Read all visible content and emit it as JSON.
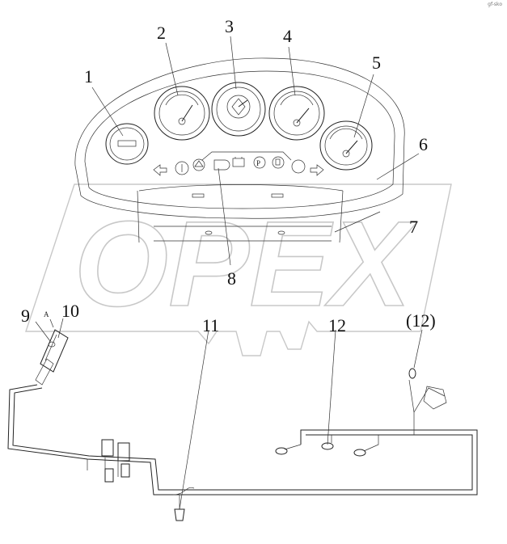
{
  "watermark": {
    "brand_text": "OPEX"
  },
  "corner_mark": "gf-sko",
  "callouts": [
    {
      "id": "1",
      "text": "1"
    },
    {
      "id": "2",
      "text": "2"
    },
    {
      "id": "3",
      "text": "3"
    },
    {
      "id": "4",
      "text": "4"
    },
    {
      "id": "5",
      "text": "5"
    },
    {
      "id": "6",
      "text": "6"
    },
    {
      "id": "7",
      "text": "7"
    },
    {
      "id": "8",
      "text": "8"
    },
    {
      "id": "9",
      "text": "9"
    },
    {
      "id": "10",
      "text": "10"
    },
    {
      "id": "11",
      "text": "11"
    },
    {
      "id": "12",
      "text": "12"
    },
    {
      "id": "12p",
      "text": "(12)"
    }
  ],
  "switch_label": "A",
  "indicator_icons": [
    "left-turn-arrow-icon",
    "circle-one-icon",
    "warning-lamp-icon",
    "high-beam-icon",
    "battery-icon",
    "parking-brake-icon",
    "fuel-lamp-icon",
    "blank-lamp-icon",
    "right-turn-arrow-icon"
  ],
  "colors": {
    "line": "#222222",
    "watermark": "#c8c8c8",
    "background": "#ffffff"
  }
}
